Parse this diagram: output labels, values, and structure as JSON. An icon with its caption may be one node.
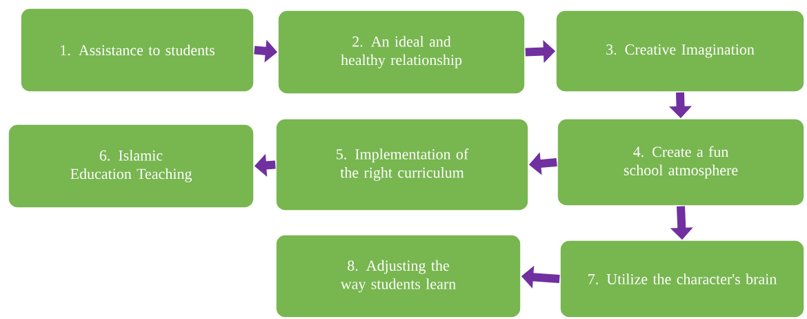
{
  "diagram": {
    "nodes": [
      {
        "text": [
          "1. Assistance to students"
        ]
      },
      {
        "text": [
          "2. An ideal and healthy relationship"
        ]
      },
      {
        "text": [
          "3. Creative Imagination"
        ]
      },
      {
        "text": [
          "4. Create a fun school atmosphere"
        ]
      },
      {
        "text": [
          "5. Implementation of the right curriculum"
        ]
      },
      {
        "text": [
          "6. Islamic Education Teaching"
        ]
      },
      {
        "text": [
          "7. Utilize the character's brain"
        ]
      },
      {
        "text": [
          "8. Adjusting the way students learn"
        ]
      }
    ],
    "edges": [
      {
        "from": 0,
        "to": 1,
        "arrow": "to"
      },
      {
        "from": 1,
        "to": 2,
        "arrow": "to"
      },
      {
        "from": 2,
        "to": 3,
        "arrow": "to"
      },
      {
        "from": 3,
        "to": 4,
        "arrow": "to"
      },
      {
        "from": 4,
        "to": 5,
        "arrow": "to"
      },
      {
        "from": 3,
        "to": 6,
        "arrow": "to"
      },
      {
        "from": 6,
        "to": 7,
        "arrow": "to"
      }
    ]
  }
}
